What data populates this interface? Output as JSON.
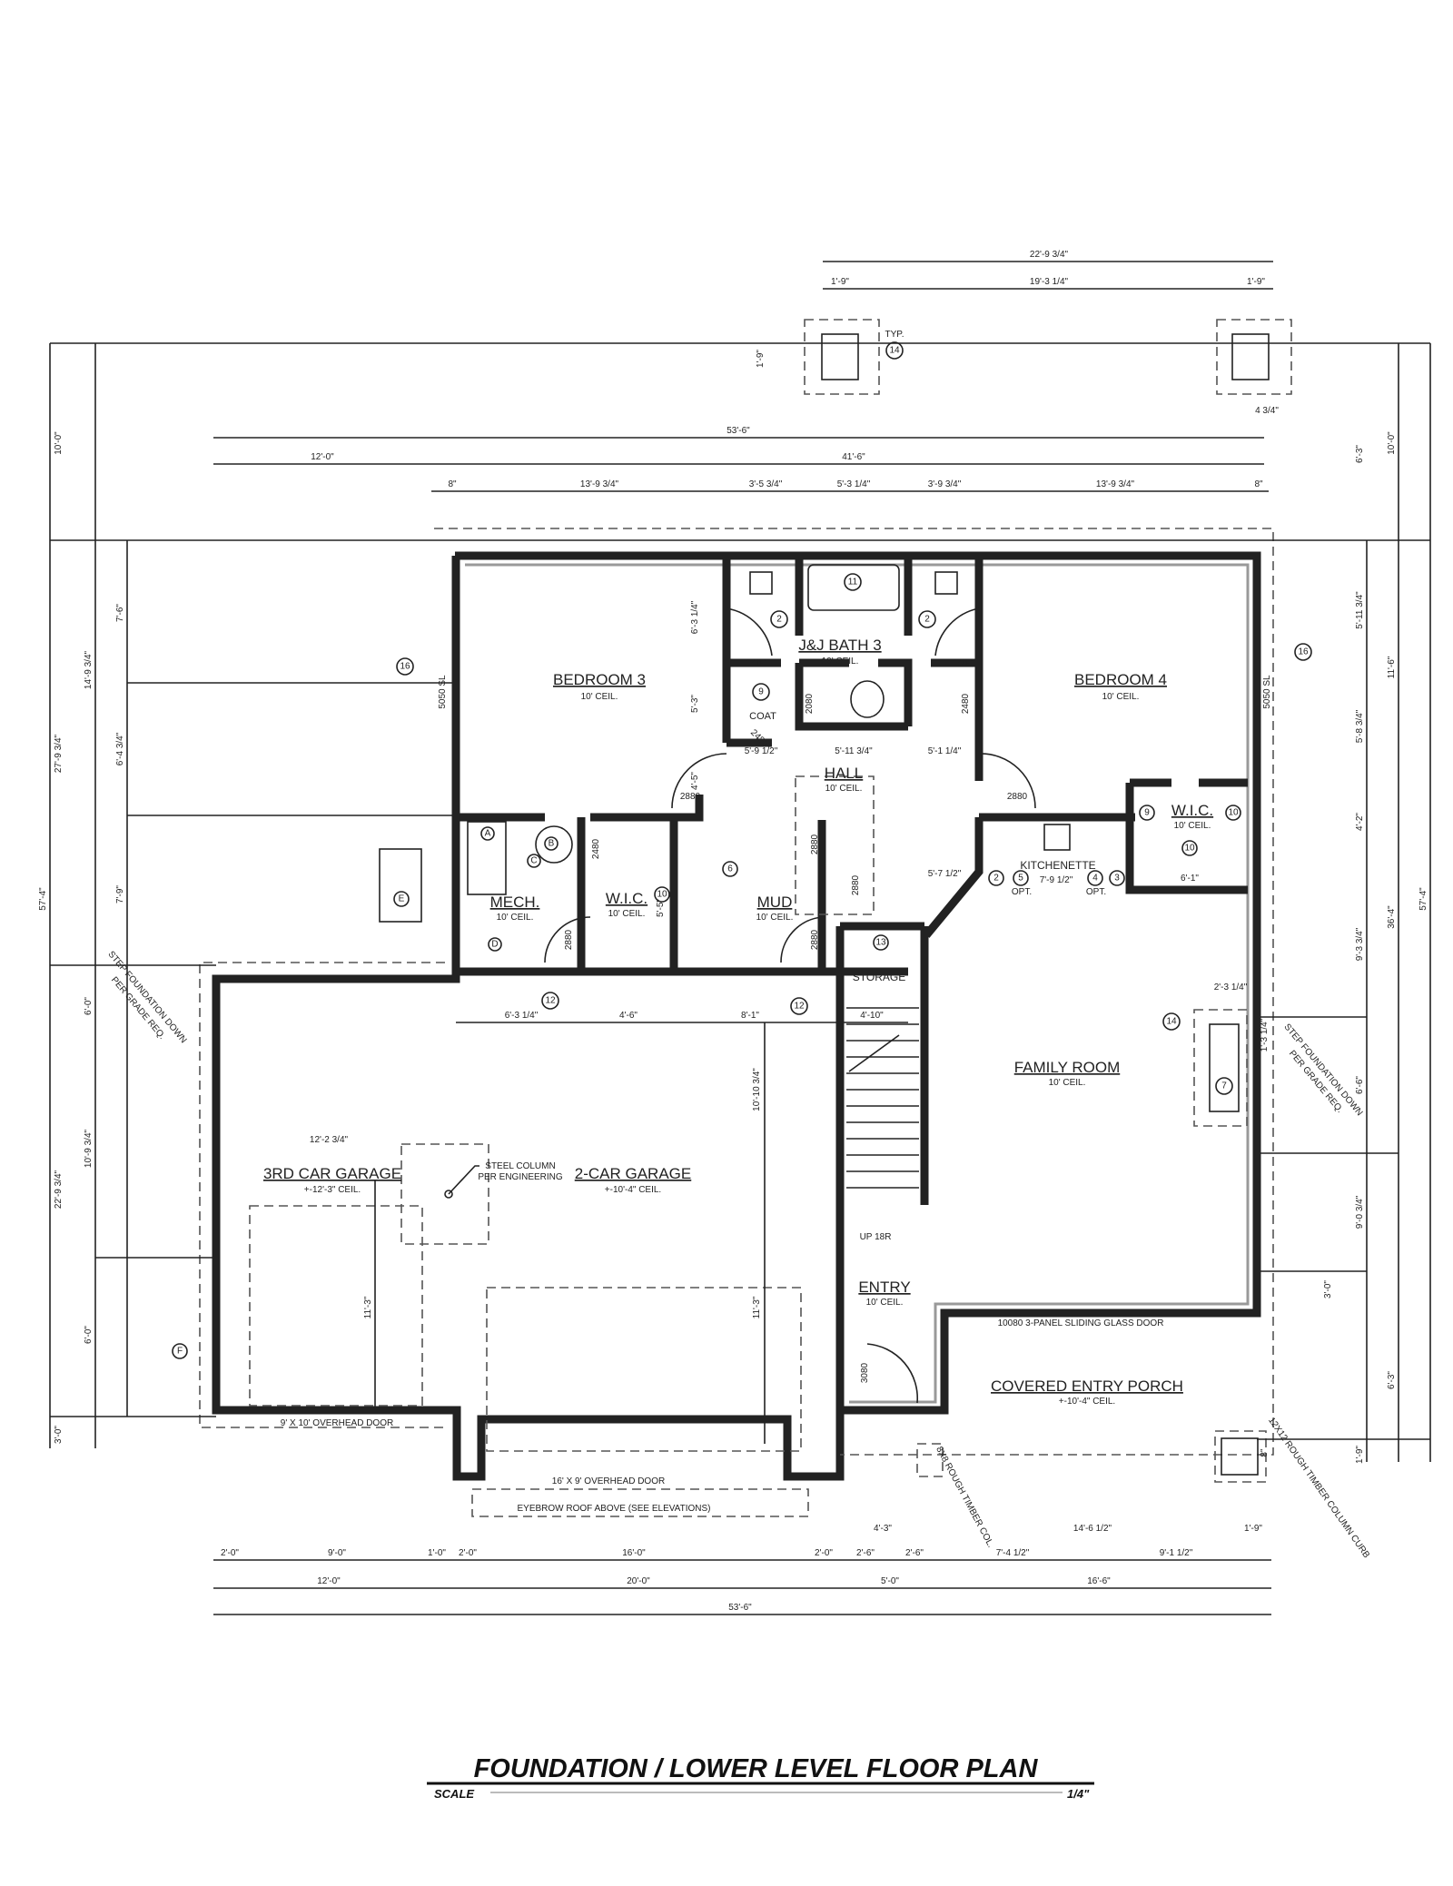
{
  "title": "FOUNDATION / LOWER LEVEL FLOOR PLAN",
  "scale_label": "SCALE",
  "scale_value": "1/4\"",
  "rooms": {
    "bedroom3": {
      "name": "BEDROOM 3",
      "ceil": "10' CEIL."
    },
    "bath3": {
      "name": "J&J BATH 3",
      "ceil": "10' CEIL."
    },
    "bedroom4": {
      "name": "BEDROOM 4",
      "ceil": "10' CEIL."
    },
    "coat": {
      "name": "COAT"
    },
    "hall": {
      "name": "HALL",
      "ceil": "10' CEIL."
    },
    "wic_right": {
      "name": "W.I.C.",
      "ceil": "10' CEIL."
    },
    "kitchenette": {
      "name": "KITCHENETTE",
      "dim": "7'-9 1/2\"",
      "opt1": "OPT.",
      "opt2": "OPT."
    },
    "mech": {
      "name": "MECH.",
      "ceil": "10' CEIL."
    },
    "wic_left": {
      "name": "W.I.C.",
      "ceil": "10' CEIL."
    },
    "mud": {
      "name": "MUD",
      "ceil": "10' CEIL."
    },
    "storage": {
      "name": "STORAGE"
    },
    "family": {
      "name": "FAMILY ROOM",
      "ceil": "10' CEIL."
    },
    "garage3": {
      "name": "3RD CAR GARAGE",
      "ceil": "+-12'-3\" CEIL."
    },
    "garage2": {
      "name": "2-CAR GARAGE",
      "ceil": "+-10'-4\" CEIL."
    },
    "entry": {
      "name": "ENTRY",
      "ceil": "10' CEIL."
    },
    "porch": {
      "name": "COVERED ENTRY PORCH",
      "ceil": "+-10'-4\" CEIL."
    }
  },
  "notes": {
    "steel_column_1": "STEEL COLUMN",
    "steel_column_2": "PER ENGINEERING",
    "up": "UP 18R",
    "slider": "10080 3-PANEL SLIDING GLASS DOOR",
    "door_3car": "9' X 10' OVERHEAD DOOR",
    "door_2car": "16' X 9' OVERHEAD DOOR",
    "eyebrow": "EYEBROW ROOF ABOVE (SEE ELEVATIONS)",
    "typ": "TYP.",
    "step_found": "STEP FOUNDATION DOWN",
    "per_grade": "PER GRADE REQ.",
    "timber_col": "8X8 ROUGH TIMBER COL.",
    "timber_col2": "12X12 ROUGH TIMBER COLUMN CURB"
  },
  "doors": [
    "2480",
    "2480",
    "2080",
    "2480",
    "2480",
    "2880",
    "2880",
    "2480",
    "2880",
    "2880",
    "2880",
    "2880",
    "3080",
    "5050 SL",
    "5050 SL"
  ],
  "tags": [
    "2",
    "2",
    "11",
    "9",
    "9",
    "10",
    "10",
    "10",
    "6",
    "13",
    "12",
    "12",
    "14",
    "14",
    "7",
    "16",
    "16",
    "2",
    "5",
    "4",
    "3",
    "A",
    "B",
    "C",
    "D",
    "E",
    "F"
  ],
  "dims": {
    "top": [
      "22'-9 3/4\"",
      "1'-9\"",
      "19'-3 1/4\"",
      "1'-9\"",
      "53'-6\"",
      "12'-0\"",
      "41'-6\"",
      "8\"",
      "13'-9 3/4\"",
      "3'-5 3/4\"",
      "5'-3 1/4\"",
      "3'-9 3/4\"",
      "13'-9 3/4\"",
      "8\"",
      "1'-9\"",
      "4 3/4\""
    ],
    "bottom_row1": [
      "2'-0\"",
      "9'-0\"",
      "1'-0\"",
      "2'-0\"",
      "16'-0\"",
      "2'-0\"",
      "2'-6\"",
      "2'-6\"",
      "7'-4 1/2\"",
      "9'-1 1/2\""
    ],
    "bottom_row2": [
      "12'-0\"",
      "20'-0\"",
      "5'-0\"",
      "16'-6\""
    ],
    "bottom_total": "53'-6\"",
    "left": [
      "57'-4\"",
      "10'-0\"",
      "27'-9 3/4\"",
      "22'-9 3/4\"",
      "3'-0\"",
      "7'-6\"",
      "14'-9 3/4\"",
      "6'-4 3/4\"",
      "7'-9\"",
      "6'-0\"",
      "10'-9 3/4\"",
      "6'-0\""
    ],
    "right": [
      "57'-4\"",
      "10'-0\"",
      "36'-4\"",
      "6'-3\"",
      "5'-11 3/4\"",
      "11'-6\"",
      "5'-8 3/4\"",
      "4'-2\"",
      "9'-3 3/4\"",
      "6'-6\"",
      "9'-0 3/4\"",
      "3'-0\"",
      "6'-3\"",
      "1'-9\""
    ],
    "interior": [
      "6'-3 1/4\"",
      "5'-3\"",
      "5'-9 1/2\"",
      "5'-11 3/4\"",
      "5'-1 1/4\"",
      "4'-5\"",
      "5'-7 1/2\"",
      "6'-1\"",
      "6'-3 1/4\"",
      "4'-6\"",
      "8'-1\"",
      "4'-10\"",
      "10'-10 3/4\"",
      "12'-2 3/4\"",
      "11'-3\"",
      "11'-3\"",
      "5'-5\"",
      "2'-3 1/4\"",
      "1'-3 1/4\"",
      "4'-3\"",
      "14'-6 1/2\"",
      "1'-9\"",
      "8\""
    ]
  }
}
